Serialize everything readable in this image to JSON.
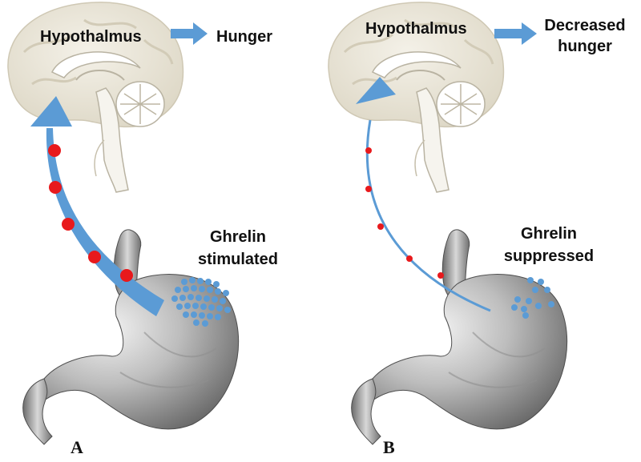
{
  "panels": [
    {
      "letter": "A",
      "region_label": "Hypothalmus",
      "effect_label": "Hunger",
      "effect_label_line2": "",
      "hormone_label_line1": "Ghrelin",
      "hormone_label_line2": "stimulated",
      "signal_strength": "high"
    },
    {
      "letter": "B",
      "region_label": "Hypothalmus",
      "effect_label": "Decreased",
      "effect_label_line2": "hunger",
      "hormone_label_line1": "Ghrelin",
      "hormone_label_line2": "suppressed",
      "signal_strength": "low"
    }
  ],
  "colors": {
    "arrow_blue": "#5b9bd5",
    "dot_red": "#e8191c",
    "brain": "#ebe6d9",
    "stomach": "#a8a8a8"
  }
}
